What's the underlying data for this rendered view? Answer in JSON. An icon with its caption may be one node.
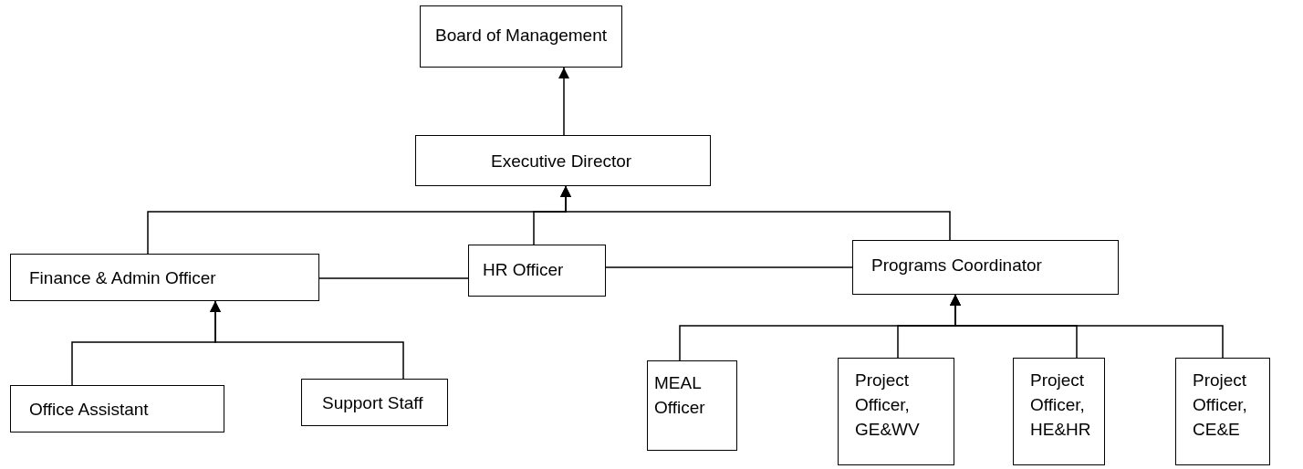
{
  "diagram": {
    "nodes": [
      {
        "text": [
          "Board of Management"
        ]
      },
      {
        "text": [
          "Executive Director"
        ]
      },
      {
        "text": [
          "Finance & Admin Officer"
        ]
      },
      {
        "text": [
          "HR Officer"
        ]
      },
      {
        "text": [
          "Programs Coordinator"
        ]
      },
      {
        "text": [
          "Office Assistant"
        ]
      },
      {
        "text": [
          "Support Staff"
        ]
      },
      {
        "text": [
          "MEAL Officer"
        ]
      },
      {
        "text": [
          "Project Officer, GE&WV"
        ]
      },
      {
        "text": [
          "Project Officer, HE&HR"
        ]
      },
      {
        "text": [
          "Project Officer, CE&E"
        ]
      }
    ],
    "edges": [
      {
        "from": 1,
        "to": 0,
        "arrow": "to"
      },
      {
        "from": 2,
        "to": 1,
        "arrow": "to"
      },
      {
        "from": 3,
        "to": 1,
        "arrow": "to"
      },
      {
        "from": 4,
        "to": 1,
        "arrow": "to"
      },
      {
        "from": 2,
        "to": 3,
        "arrow": "none"
      },
      {
        "from": 3,
        "to": 4,
        "arrow": "none"
      },
      {
        "from": 5,
        "to": 2,
        "arrow": "to"
      },
      {
        "from": 6,
        "to": 2,
        "arrow": "to"
      },
      {
        "from": 7,
        "to": 4,
        "arrow": "to"
      },
      {
        "from": 8,
        "to": 4,
        "arrow": "to"
      },
      {
        "from": 9,
        "to": 4,
        "arrow": "to"
      },
      {
        "from": 10,
        "to": 4,
        "arrow": "to"
      }
    ]
  }
}
